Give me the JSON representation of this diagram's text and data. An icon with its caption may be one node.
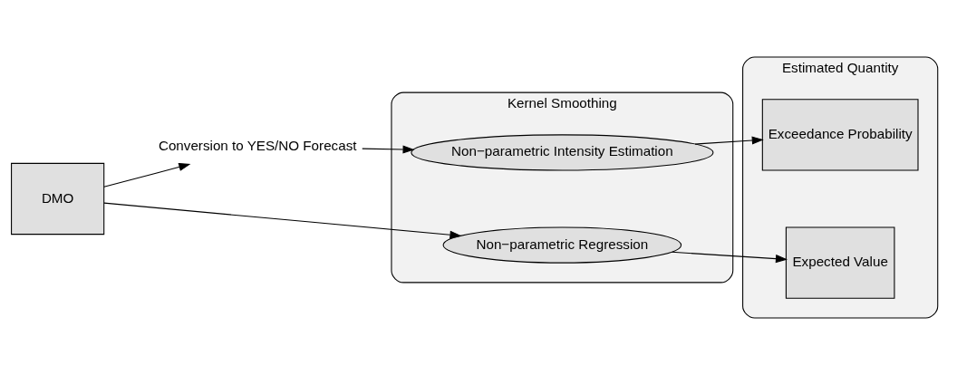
{
  "diagram": {
    "nodes": [
      {
        "text": [
          "DMO"
        ]
      },
      {
        "text": [
          "Conversion to YES/NO Forecast"
        ]
      },
      {
        "text": [
          "Kernel Smoothing"
        ]
      },
      {
        "text": [
          "Non−parametric Regression"
        ],
        "in": 2
      },
      {
        "text": [
          "Non−parametric Intensity Estimation"
        ],
        "in": 2
      },
      {
        "text": [
          "Estimated Quantity"
        ]
      },
      {
        "text": [
          "Expected Value"
        ],
        "in": 5
      },
      {
        "text": [
          "Exceedance Probability"
        ],
        "in": 5
      }
    ],
    "edges": [
      {
        "from": 0,
        "to": 3,
        "arrow": "to"
      },
      {
        "from": 0,
        "to": 1,
        "arrow": "to"
      },
      {
        "from": 1,
        "to": 4,
        "arrow": "to"
      },
      {
        "from": 3,
        "to": 6,
        "arrow": "to"
      },
      {
        "from": 4,
        "to": 7,
        "arrow": "to"
      }
    ]
  }
}
